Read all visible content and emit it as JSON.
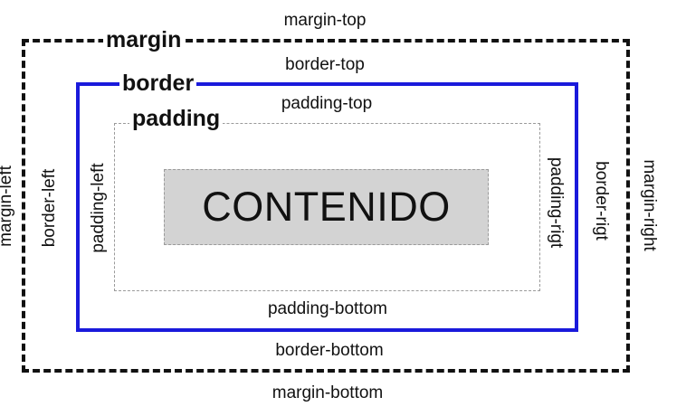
{
  "titles": {
    "margin": "margin",
    "border": "border",
    "padding": "padding"
  },
  "content": "CONTENIDO",
  "labels": {
    "margin_top": "margin-top",
    "border_top": "border-top",
    "padding_top": "padding-top",
    "padding_bottom": "padding-bottom",
    "border_bottom": "border-bottom",
    "margin_bottom": "margin-bottom",
    "margin_left": "margin-left",
    "border_left": "border-left",
    "padding_left": "padding-left",
    "padding_right": "padding-rigt",
    "border_right": "border-rigt",
    "margin_right": "margin-right"
  },
  "colors": {
    "border_line": "#1a1adb",
    "margin_line": "#111111",
    "padding_line": "#9a9a9a",
    "content_fill": "#d3d3d3"
  }
}
